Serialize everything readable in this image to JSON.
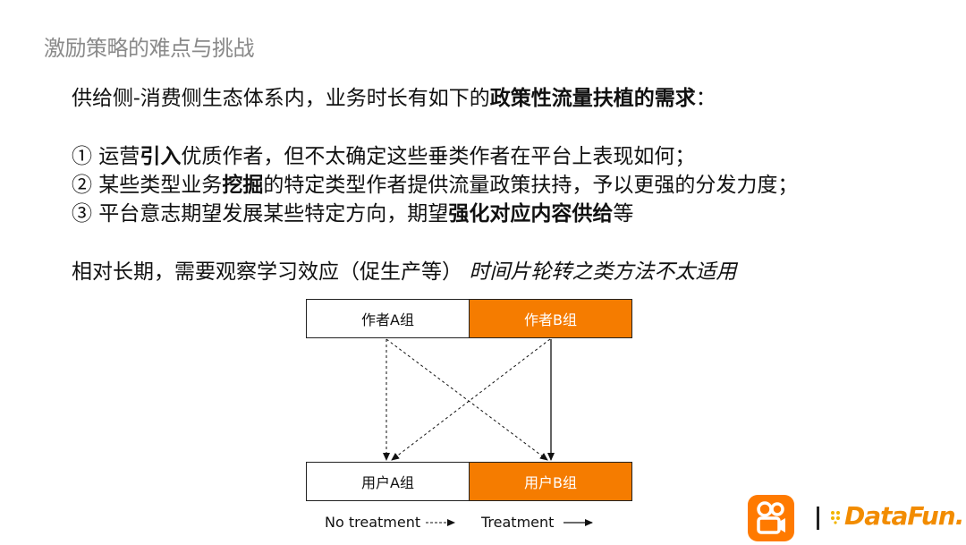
{
  "slide": {
    "title": "激励策略的难点与挑战"
  },
  "intro": {
    "prefix": "供给侧-消费侧生态体系内，业务时长有如下的",
    "bold": "政策性流量扶植的需求",
    "suffix": "："
  },
  "points": [
    {
      "a": "① 运营",
      "b": "引入",
      "c": "优质作者，但不太确定这些垂类作者在平台上表现如何；"
    },
    {
      "a": "② 某些类型业务",
      "b": "挖掘",
      "c": "的特定类型作者提供流量政策扶持，予以更强的分发力度；"
    },
    {
      "a": "③ 平台意志期望发展某些特定方向，期望",
      "b": "强化对应内容供给",
      "c": "等"
    }
  ],
  "longterm": {
    "normal": "相对长期，需要观察学习效应（促生产等）",
    "italic": "时间片轮转之类方法不太适用"
  },
  "diagram": {
    "author_a": "作者A组",
    "author_b": "作者B组",
    "user_a": "用户A组",
    "user_b": "用户B组",
    "legend_no_treatment": "No treatment",
    "legend_treatment": "Treatment"
  },
  "logos": {
    "brand_text": "DataFun.",
    "kuaishou_icon": "kuaishou-logo-icon"
  },
  "colors": {
    "accent_orange": "#f57c00",
    "title_gray": "#8a8a8a",
    "datafun_orange": "#f28c00"
  }
}
